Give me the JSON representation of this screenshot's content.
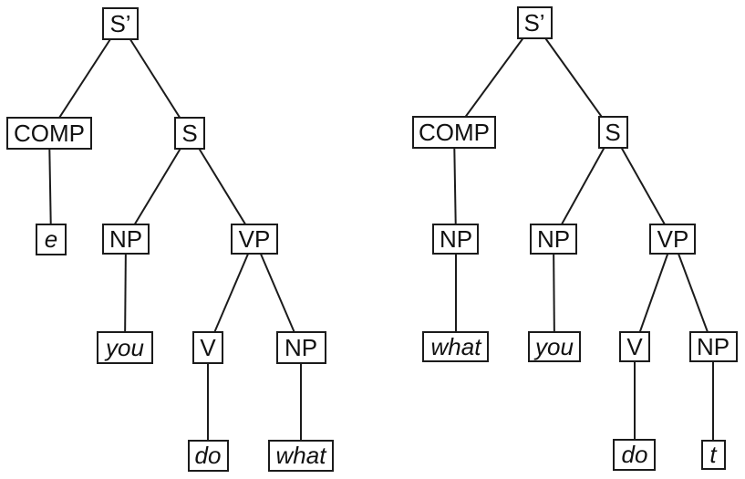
{
  "colors": {
    "ink": "#1b1b1b",
    "background": "#ffffff"
  },
  "figure": {
    "type": "syntax-tree-diagram",
    "tree_count": 2
  },
  "trees": [
    {
      "id": "left",
      "nodes": {
        "sprime": {
          "label": "S’",
          "terminal": false
        },
        "comp": {
          "label": "COMP",
          "terminal": false
        },
        "s": {
          "label": "S",
          "terminal": false
        },
        "e": {
          "label": "e",
          "terminal": true
        },
        "np_subject": {
          "label": "NP",
          "terminal": false
        },
        "vp": {
          "label": "VP",
          "terminal": false
        },
        "you": {
          "label": "you",
          "terminal": true
        },
        "v": {
          "label": "V",
          "terminal": false
        },
        "np_object": {
          "label": "NP",
          "terminal": false
        },
        "do": {
          "label": "do",
          "terminal": true
        },
        "what": {
          "label": "what",
          "terminal": true
        }
      },
      "edges": [
        [
          "sprime",
          "comp"
        ],
        [
          "sprime",
          "s"
        ],
        [
          "comp",
          "e"
        ],
        [
          "s",
          "np_subject"
        ],
        [
          "s",
          "vp"
        ],
        [
          "np_subject",
          "you"
        ],
        [
          "vp",
          "v"
        ],
        [
          "vp",
          "np_object"
        ],
        [
          "v",
          "do"
        ],
        [
          "np_object",
          "what"
        ]
      ]
    },
    {
      "id": "right",
      "nodes": {
        "sprime": {
          "label": "S’",
          "terminal": false
        },
        "comp": {
          "label": "COMP",
          "terminal": false
        },
        "s": {
          "label": "S",
          "terminal": false
        },
        "np_wh": {
          "label": "NP",
          "terminal": false
        },
        "np_subject": {
          "label": "NP",
          "terminal": false
        },
        "vp": {
          "label": "VP",
          "terminal": false
        },
        "what": {
          "label": "what",
          "terminal": true
        },
        "you": {
          "label": "you",
          "terminal": true
        },
        "v": {
          "label": "V",
          "terminal": false
        },
        "np_object": {
          "label": "NP",
          "terminal": false
        },
        "do": {
          "label": "do",
          "terminal": true
        },
        "t": {
          "label": "t",
          "terminal": true
        }
      },
      "edges": [
        [
          "sprime",
          "comp"
        ],
        [
          "sprime",
          "s"
        ],
        [
          "comp",
          "np_wh"
        ],
        [
          "np_wh",
          "what"
        ],
        [
          "s",
          "np_subject"
        ],
        [
          "s",
          "vp"
        ],
        [
          "np_subject",
          "you"
        ],
        [
          "vp",
          "v"
        ],
        [
          "vp",
          "np_object"
        ],
        [
          "v",
          "do"
        ],
        [
          "np_object",
          "t"
        ]
      ]
    }
  ]
}
